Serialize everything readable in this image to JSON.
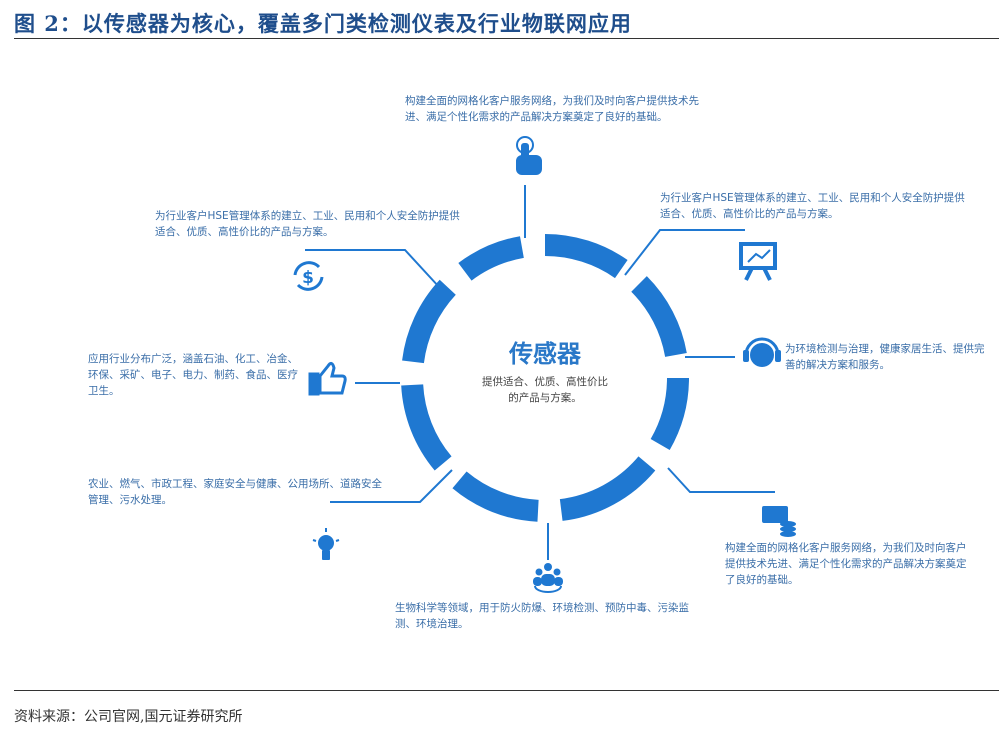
{
  "title": "图 2：以传感器为核心，覆盖多门类检测仪表及行业物联网应用",
  "source": "资料来源：公司官网,国元证券研究所",
  "center": {
    "title": "传感器",
    "subtitle": "提供适合、优质、高性价比的产品与方案。"
  },
  "nodes": {
    "top": "构建全面的网格化客户服务网络，为我们及时向客户提供技术先进、满足个性化需求的产品解决方案奠定了良好的基础。",
    "upper_left": "为行业客户HSE管理体系的建立、工业、民用和个人安全防护提供适合、优质、高性价比的产品与方案。",
    "upper_right": "为行业客户HSE管理体系的建立、工业、民用和个人安全防护提供适合、优质、高性价比的产品与方案。",
    "left": "应用行业分布广泛，涵盖石油、化工、冶金、环保、采矿、电子、电力、制药、食品、医疗卫生。",
    "right": "为环境检测与治理，健康家居生活、提供完善的解决方案和服务。",
    "lower_left": "农业、燃气、市政工程、家庭安全与健康、公用场所、道路安全管理、污水处理。",
    "bottom": "生物科学等领域，用于防火防爆、环境检测、预防中毒、污染监测、环境治理。",
    "lower_right": "构建全面的网格化客户服务网络，为我们及时向客户提供技术先进、满足个性化需求的产品解决方案奠定了良好的基础。"
  },
  "icons": [
    "touch-icon",
    "presentation-chart-icon",
    "headset-icon",
    "card-coins-icon",
    "team-icon",
    "lightbulb-icon",
    "thumbs-up-icon",
    "dollar-cycle-icon"
  ],
  "colors": {
    "accent": "#1f78d1",
    "text": "#3a6ea8",
    "title": "#1f4e8c"
  }
}
